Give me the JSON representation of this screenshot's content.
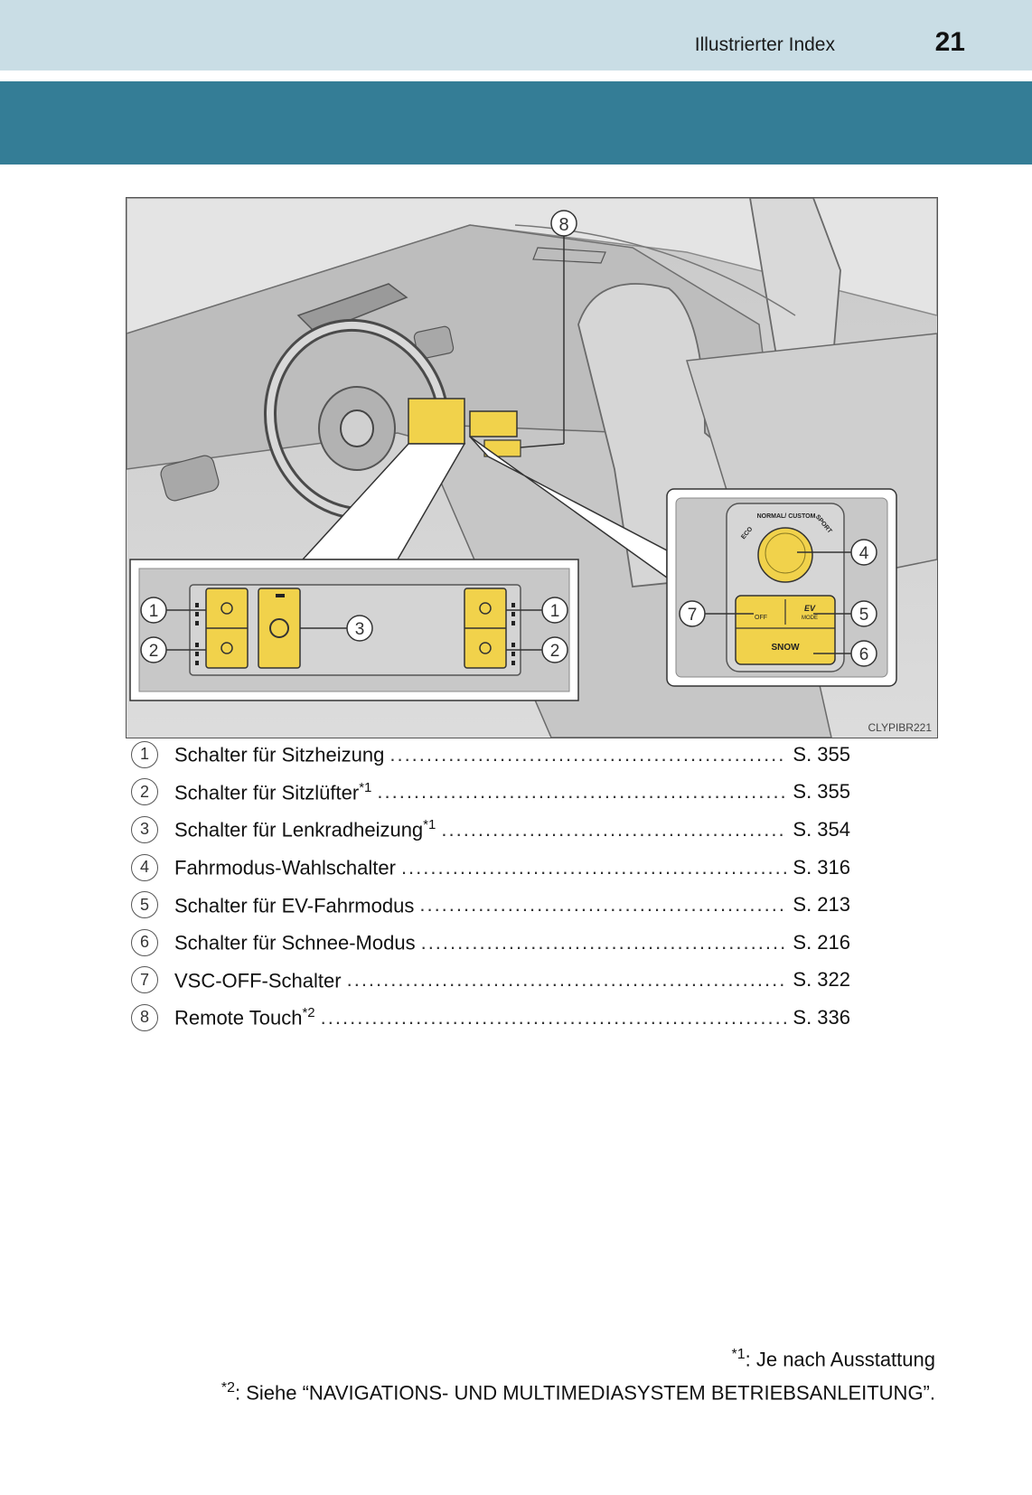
{
  "header": {
    "title": "Illustrierter Index",
    "page_number": "21"
  },
  "figure": {
    "code": "CLYPIBR221",
    "callouts": [
      "1",
      "2",
      "3",
      "4",
      "5",
      "6",
      "7",
      "8"
    ],
    "switch_panel": {
      "eco": "ECO",
      "normal_custom": "NORMAL/ CUSTOM",
      "sport": "SPORT",
      "off": "OFF",
      "ev": "EV",
      "mode": "MODE",
      "snow": "SNOW"
    },
    "colors": {
      "highlight": "#f1d24b",
      "band": "#347d96",
      "header": "#c9dde5"
    }
  },
  "legend": [
    {
      "num": "1",
      "label": "Schalter für Sitzheizung",
      "note": "",
      "page": "S. 355"
    },
    {
      "num": "2",
      "label": "Schalter für Sitzlüfter",
      "note": "*1",
      "page": "S. 355"
    },
    {
      "num": "3",
      "label": "Schalter für Lenkradheizung",
      "note": "*1",
      "page": "S. 354"
    },
    {
      "num": "4",
      "label": "Fahrmodus-Wahlschalter",
      "note": "",
      "page": "S. 316"
    },
    {
      "num": "5",
      "label": "Schalter für EV-Fahrmodus",
      "note": "",
      "page": "S. 213"
    },
    {
      "num": "6",
      "label": "Schalter für Schnee-Modus",
      "note": "",
      "page": "S. 216"
    },
    {
      "num": "7",
      "label": "VSC-OFF-Schalter",
      "note": "",
      "page": "S. 322"
    },
    {
      "num": "8",
      "label": "Remote Touch",
      "note": "*2",
      "page": "S. 336"
    }
  ],
  "footnotes": [
    {
      "mark": "*1",
      "text": ": Je nach Ausstattung"
    },
    {
      "mark": "*2",
      "text": ": Siehe “NAVIGATIONS- UND MULTIMEDIASYSTEM BETRIEBSANLEITUNG”."
    }
  ]
}
